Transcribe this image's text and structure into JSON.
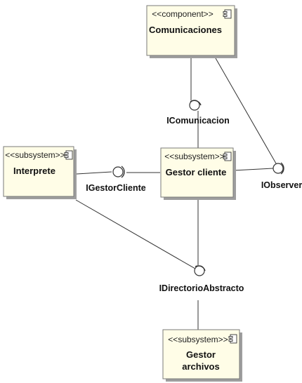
{
  "boxes": [
    {
      "id": "comunicaciones",
      "stereotype": "<<component>>",
      "lines": [
        "Comunicaciones"
      ]
    },
    {
      "id": "interprete",
      "stereotype": "<<subsystem>>",
      "lines": [
        "Interprete"
      ]
    },
    {
      "id": "gestor_cliente",
      "stereotype": "<<subsystem>>",
      "lines": [
        "Gestor cliente"
      ]
    },
    {
      "id": "gestor_archivos",
      "stereotype": "<<subsystem>>",
      "lines": [
        "Gestor",
        "archivos"
      ]
    }
  ],
  "interfaces": [
    {
      "id": "icomunicacion",
      "name": "IComunicacion"
    },
    {
      "id": "igestorcliente",
      "name": "IGestorCliente"
    },
    {
      "id": "iobserver",
      "name": "IObserver"
    },
    {
      "id": "idirectorioabstracto",
      "name": "IDirectorioAbstracto"
    }
  ]
}
